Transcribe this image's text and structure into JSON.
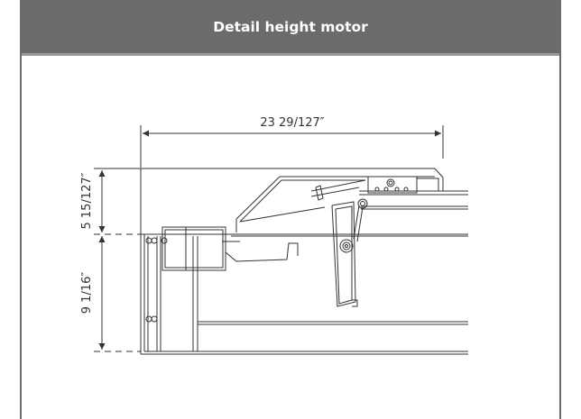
{
  "header": {
    "title": "Detail height motor"
  },
  "drawing": {
    "dimensions": {
      "width": "23 29/127″",
      "upper_height": "5 15/127″",
      "lower_height": "9 1/16″"
    }
  },
  "colors": {
    "header_bg": "#6b6b6b",
    "line": "#333333",
    "divider": "#9a9a9a"
  }
}
